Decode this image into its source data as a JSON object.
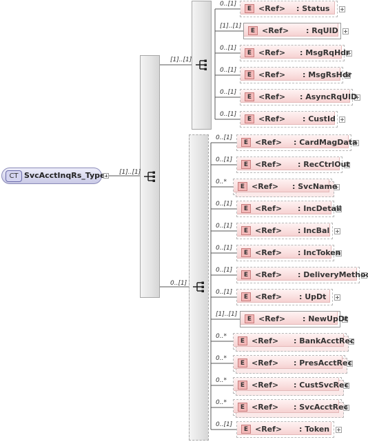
{
  "root": {
    "badge": "CT",
    "name": "SvcAcctInqRs_Type",
    "occurrence": "[1]..[1]"
  },
  "sequence_top": {
    "occurrence": "[1]..[1]",
    "elements": [
      {
        "ref": "<Ref>",
        "name": ": Status",
        "occurrence": "0..[1]",
        "required": false,
        "multi": false
      },
      {
        "ref": "<Ref>",
        "name": ": RqUID",
        "occurrence": "[1]..[1]",
        "required": true,
        "multi": false
      },
      {
        "ref": "<Ref>",
        "name": ": MsgRqHdr",
        "occurrence": "0..[1]",
        "required": false,
        "multi": false
      },
      {
        "ref": "<Ref>",
        "name": ": MsgRsHdr",
        "occurrence": "0..[1]",
        "required": false,
        "multi": false
      },
      {
        "ref": "<Ref>",
        "name": ": AsyncRqUID",
        "occurrence": "0..[1]",
        "required": false,
        "multi": false
      },
      {
        "ref": "<Ref>",
        "name": ": CustId",
        "occurrence": "0..[1]",
        "required": false,
        "multi": false
      }
    ]
  },
  "sequence_bottom": {
    "occurrence": "0..[1]",
    "elements": [
      {
        "ref": "<Ref>",
        "name": ": CardMagData",
        "occurrence": "0..[1]",
        "required": false,
        "multi": false
      },
      {
        "ref": "<Ref>",
        "name": ": RecCtrlOut",
        "occurrence": "0..[1]",
        "required": false,
        "multi": false
      },
      {
        "ref": "<Ref>",
        "name": ": SvcName",
        "occurrence": "0..*",
        "required": false,
        "multi": true
      },
      {
        "ref": "<Ref>",
        "name": ": IncDetail",
        "occurrence": "0..[1]",
        "required": false,
        "multi": false
      },
      {
        "ref": "<Ref>",
        "name": ": IncBal",
        "occurrence": "0..[1]",
        "required": false,
        "multi": false
      },
      {
        "ref": "<Ref>",
        "name": ": IncToken",
        "occurrence": "0..[1]",
        "required": false,
        "multi": false
      },
      {
        "ref": "<Ref>",
        "name": ": DeliveryMethod",
        "occurrence": "0..[1]",
        "required": false,
        "multi": false
      },
      {
        "ref": "<Ref>",
        "name": ": UpDt",
        "occurrence": "0..[1]",
        "required": false,
        "multi": false
      },
      {
        "ref": "<Ref>",
        "name": ": NewUpDt",
        "occurrence": "[1]..[1]",
        "required": true,
        "multi": false
      },
      {
        "ref": "<Ref>",
        "name": ": BankAcctRec",
        "occurrence": "0..*",
        "required": false,
        "multi": true
      },
      {
        "ref": "<Ref>",
        "name": ": PresAcctRec",
        "occurrence": "0..*",
        "required": false,
        "multi": true
      },
      {
        "ref": "<Ref>",
        "name": ": CustSvcRec",
        "occurrence": "0..*",
        "required": false,
        "multi": true
      },
      {
        "ref": "<Ref>",
        "name": ": SvcAcctRec",
        "occurrence": "0..*",
        "required": false,
        "multi": true
      },
      {
        "ref": "<Ref>",
        "name": ": Token",
        "occurrence": "0..[1]",
        "required": false,
        "multi": false
      }
    ]
  },
  "icons": {
    "element_badge": "E",
    "sequence_icon": "sequence-compositor-icon",
    "expand_icon": "plus-expand-icon"
  },
  "colors": {
    "element_fill": "#f6d2d2",
    "element_border": "#9a9a9a",
    "complex_type_fill": "#c9c9e6",
    "sequence_fill": "#e3e3e3"
  }
}
